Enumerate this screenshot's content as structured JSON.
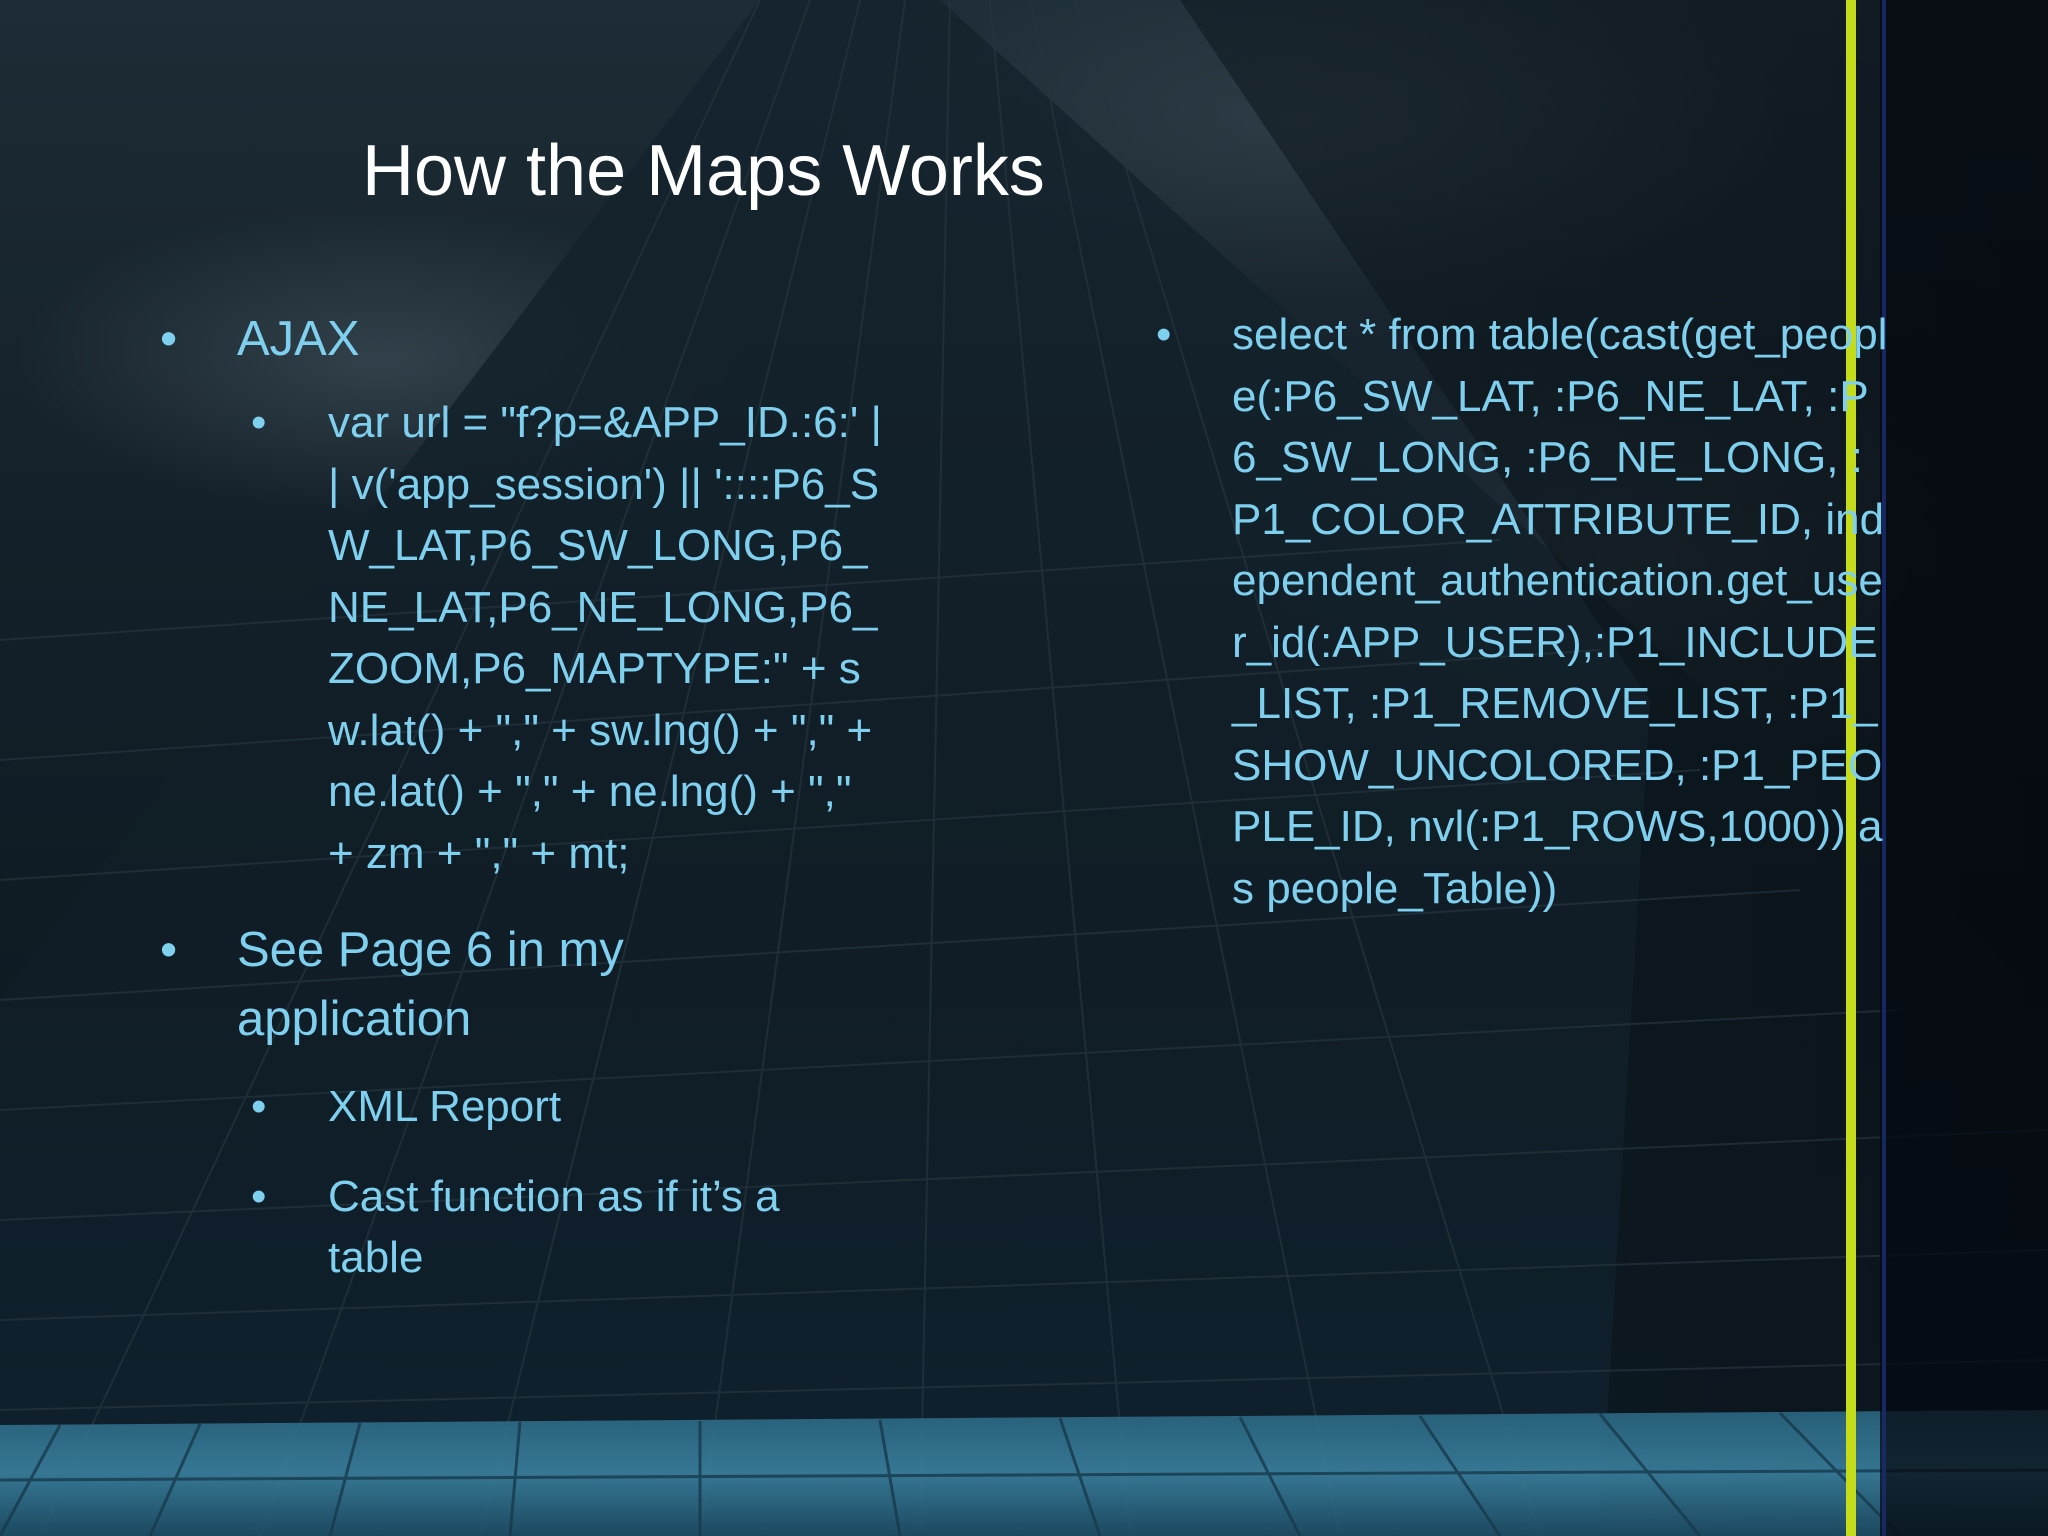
{
  "slide": {
    "title": "How the Maps Works",
    "left_column": {
      "item1": "AJAX",
      "item1_sub1": "var url = \"f?p=&APP_ID.:6:' || v('app_session') || '::::P6_SW_LAT,P6_SW_LONG,P6_NE_LAT,P6_NE_LONG,P6_ZOOM,P6_MAPTYPE:\" + sw.lat() + \",\" + sw.lng() + \",\" + ne.lat() + \",\" + ne.lng() + \",\" + zm + \",\" + mt;",
      "item2": "See Page 6 in my application",
      "item2_sub1": "XML Report",
      "item2_sub2": "Cast function as if it’s a table"
    },
    "right_column": {
      "item1": "select * from table(cast(get_people(:P6_SW_LAT, :P6_NE_LAT, :P6_SW_LONG, :P6_NE_LONG, :P1_COLOR_ATTRIBUTE_ID, independent_authentication.get_user_id(:APP_USER),:P1_INCLUDE_LIST, :P1_REMOVE_LIST, :P1_SHOW_UNCOLORED, :P1_PEOPLE_ID, nvl(:P1_ROWS,1000)) as people_Table))"
    },
    "bullet_glyph": "•",
    "colors": {
      "title": "#ffffff",
      "body_text": "#7fd0ef",
      "accent_line": "#c4dc1a"
    }
  }
}
